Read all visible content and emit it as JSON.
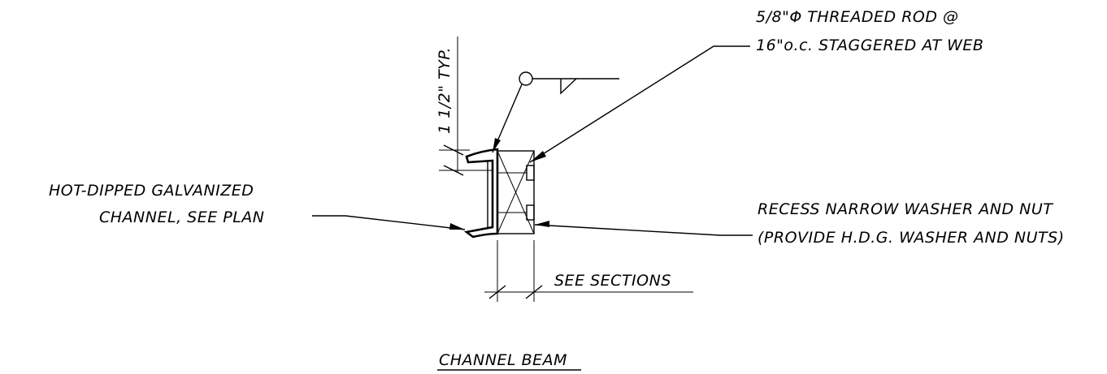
{
  "notes": {
    "threaded_rod_line1": "5/8\"Φ THREADED ROD @",
    "threaded_rod_line2": "16\"o.c. STAGGERED AT WEB",
    "dimension_typ": "1 1/2\" TYP.",
    "channel_line1": "HOT-DIPPED GALVANIZED",
    "channel_line2": "CHANNEL, SEE PLAN",
    "washer_line1": "RECESS NARROW WASHER AND NUT",
    "washer_line2": "(PROVIDE H.D.G. WASHER AND NUTS)",
    "see_sections": "SEE SECTIONS",
    "title": "CHANNEL BEAM"
  },
  "colors": {
    "ink": "#000000",
    "paper": "#ffffff"
  }
}
